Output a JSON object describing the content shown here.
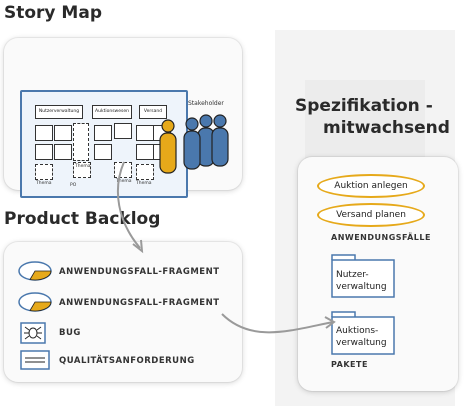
{
  "headings": {
    "story_map": "Story Map",
    "product_backlog": "Product Backlog",
    "spec_line1": "Spezifikation -",
    "spec_line2": "mitwachsend"
  },
  "story_map": {
    "columns": [
      "Nutzerverwaltung",
      "Auktionswesen",
      "Versand"
    ],
    "thema_labels": [
      "Thema",
      "Thema",
      "Thema",
      "Thema"
    ],
    "po_label": "PO",
    "stakeholder_label": "Stakeholder",
    "colors": {
      "board_border": "#4a78ad",
      "board_fill": "#eef4fb",
      "po_figure": "#e6a91a",
      "stakeholder_figure": "#4a78ad"
    }
  },
  "backlog": {
    "items": [
      {
        "icon": "fragment-icon",
        "label": "ANWENDUNGSFALL-FRAGMENT"
      },
      {
        "icon": "fragment-icon",
        "label": "ANWENDUNGSFALL-FRAGMENT"
      },
      {
        "icon": "bug-icon",
        "label": "BUG"
      },
      {
        "icon": "quality-requirement-icon",
        "label": "QUALITÄTSANFORDERUNG"
      }
    ]
  },
  "spec": {
    "use_cases": [
      "Auktion anlegen",
      "Versand planen"
    ],
    "use_cases_caption": "ANWENDUNGSFÄLLE",
    "packages": [
      {
        "line1": "Nutzer-",
        "line2": "verwaltung"
      },
      {
        "line1": "Auktions-",
        "line2": "verwaltung"
      }
    ],
    "packages_caption": "PAKETE",
    "accent_color": "#e6a91a",
    "package_color": "#4a78ad"
  }
}
